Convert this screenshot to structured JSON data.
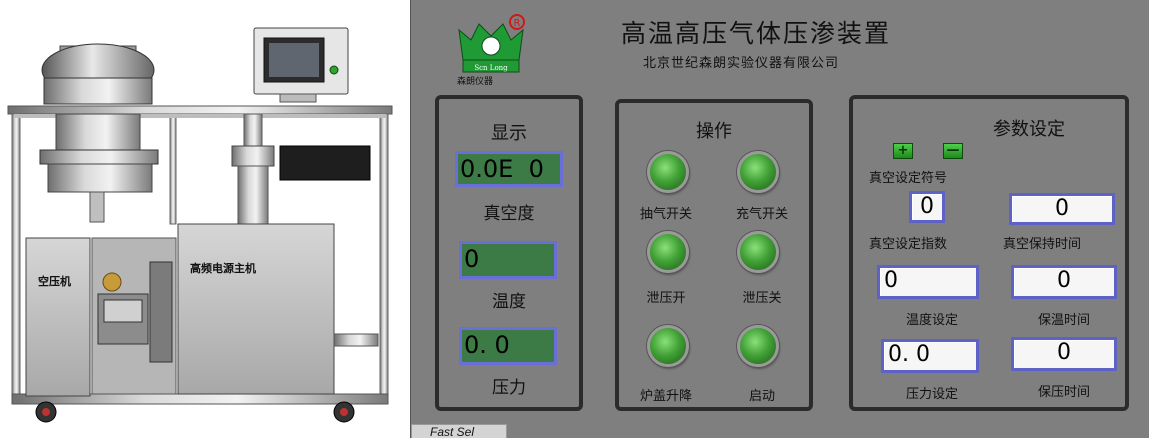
{
  "machine": {
    "label_compressor": "空压机",
    "label_power_host": "高频电源主机"
  },
  "header": {
    "title": "高温高压气体压渗装置",
    "subtitle": "北京世纪森朗实验仪器有限公司",
    "logo_text": "Scn Long",
    "logo_caption": "森朗仪器",
    "registered_mark": "R"
  },
  "display_panel": {
    "title": "显示",
    "vacuum_value": "0.0E  0",
    "vacuum_label": "真空度",
    "temperature_value": "0",
    "temperature_label": "温度",
    "pressure_value": "0. 0",
    "pressure_label": "压力"
  },
  "operation_panel": {
    "title": "操作",
    "buttons": [
      {
        "label": "抽气开关"
      },
      {
        "label": "充气开关"
      },
      {
        "label": "泄压开"
      },
      {
        "label": "泄压关"
      },
      {
        "label": "炉盖升降"
      },
      {
        "label": "启动"
      }
    ]
  },
  "params_panel": {
    "title": "参数设定",
    "plus_symbol": "+",
    "minus_symbol": "—",
    "vacuum_sign_label": "真空设定符号",
    "vacuum_exponent_value": "0",
    "vacuum_exponent_label": "真空设定指数",
    "vacuum_hold_value": "0",
    "vacuum_hold_label": "真空保持时间",
    "temp_set_value": "0",
    "temp_set_label": "温度设定",
    "temp_hold_value": "0",
    "temp_hold_label": "保温时间",
    "pressure_set_value": "0. 0",
    "pressure_set_label": "压力设定",
    "pressure_hold_value": "0",
    "pressure_hold_label": "保压时间"
  },
  "footer": {
    "fast_sel": "Fast Sel"
  },
  "colors": {
    "panel_bg": "#7f7f7f",
    "lcd_green": "#3c7a46",
    "input_border": "#5e62c6",
    "button_green": "#42a237"
  }
}
